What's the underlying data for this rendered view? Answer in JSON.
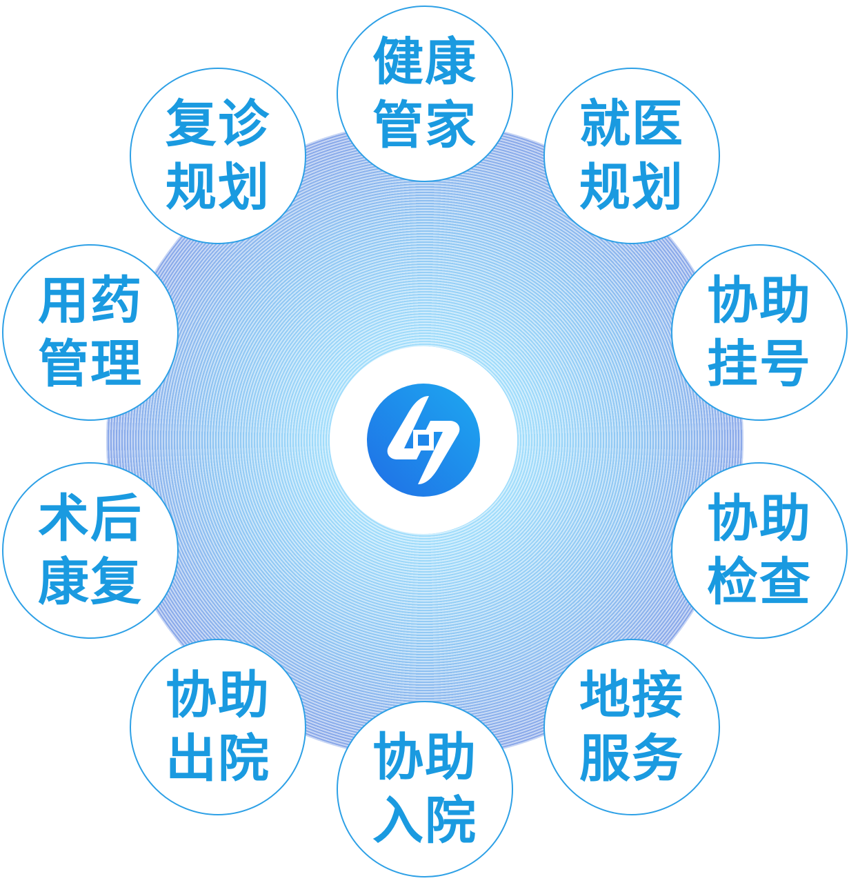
{
  "diagram": {
    "center": {
      "icon": "app-logo-icon",
      "colors": {
        "primary": "#1f6fe6",
        "secondary": "#1ea8f0"
      }
    },
    "ring_color": "#2da0e6",
    "text_color": "#1a9ae0",
    "nodes": [
      {
        "line1": "健康",
        "line2": "管家"
      },
      {
        "line1": "就医",
        "line2": "规划"
      },
      {
        "line1": "协助",
        "line2": "挂号"
      },
      {
        "line1": "协助",
        "line2": "检查"
      },
      {
        "line1": "地接",
        "line2": "服务"
      },
      {
        "line1": "协助",
        "line2": "入院"
      },
      {
        "line1": "协助",
        "line2": "出院"
      },
      {
        "line1": "术后",
        "line2": "康复"
      },
      {
        "line1": "用药",
        "line2": "管理"
      },
      {
        "line1": "复诊",
        "line2": "规划"
      }
    ]
  }
}
